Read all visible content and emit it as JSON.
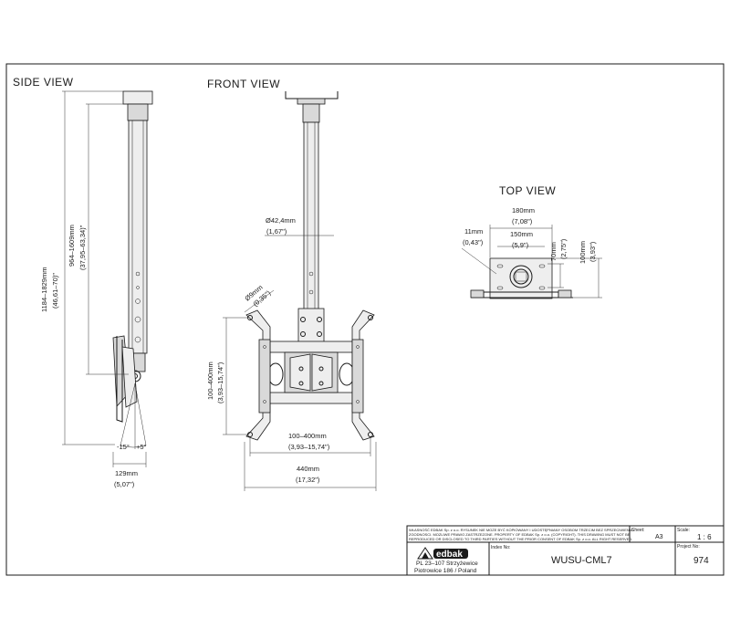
{
  "views": {
    "side": "SIDE VIEW",
    "front": "FRONT VIEW",
    "top": "TOP VIEW"
  },
  "side_dims": {
    "total_mm": "1184–1829mm",
    "total_in": "(46,61–70)\"",
    "pole_mm": "964–1609mm",
    "pole_in": "(37,95–63,34)\"",
    "tilt_down": "-15°",
    "tilt_up": "+5°",
    "depth_mm": "129mm",
    "depth_in": "(5,07\")"
  },
  "front_dims": {
    "tube_mm": "Ø42,4mm",
    "tube_in": "(1,67\")",
    "hole_mm": "Ø9mm",
    "hole_in": "(0,35\")",
    "vesa_v_mm": "100–400mm",
    "vesa_v_in": "(3,93–15,74\")",
    "vesa_h_mm": "100–400mm",
    "vesa_h_in": "(3,93–15,74\")",
    "width_mm": "440mm",
    "width_in": "(17,32\")"
  },
  "top_dims": {
    "w180_mm": "180mm",
    "w180_in": "(7,08\")",
    "w150_mm": "150mm",
    "w150_in": "(5,9\")",
    "w11_mm": "11mm",
    "w11_in": "(0,43\")",
    "h70_mm": "70mm",
    "h70_in": "(2,75\")",
    "h100_mm": "100mm",
    "h100_in": "(3,93\")"
  },
  "title_block": {
    "notice_pl": "WŁASNOŚĆ EDBAK Sp. z o.o. RYSUNEK NIE MOŻE BYĆ KOPIOWANY I UDOSTĘPNIANY OSOBOM TRZECIM BEZ SPRZECIWIENIA",
    "notice_pl2": "ZGODNOSCI. MOZLIWE PRAWO ZASTRZEZONE. PROPERTY OF EDBAK Sp. z o.o. (COPYRIGHT). THIS DRAWING MUST NOT BE",
    "notice_en": "REPRODUCED OR DISCLOSED TO THIRD PARTIES WITHOUT THE PRIOR CONSENT OF EDBAK Sp. z o.o. ALL RIGHT RESERVED.",
    "company": "edbak",
    "address1": "PL 23–107 Strzyżewice",
    "address2": "Piotrowice 186 / Poland",
    "index_label": "Index No:",
    "index_value": "WUSU-CML7",
    "sheet_label": "Sheet:",
    "sheet_value": "A3",
    "scale_label": "Scale:",
    "scale_value": "1 : 6",
    "project_label": "Project No:",
    "project_value": "974"
  }
}
